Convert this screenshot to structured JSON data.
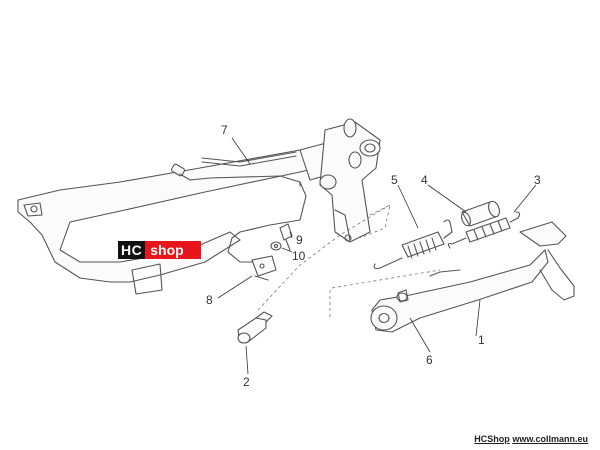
{
  "callouts": {
    "c1": "1",
    "c2": "2",
    "c3": "3",
    "c4": "4",
    "c5": "5",
    "c6": "6",
    "c7": "7",
    "c8": "8",
    "c9": "9",
    "c10": "10"
  },
  "watermark": {
    "left": "HC",
    "right": "shop"
  },
  "footer": {
    "brand": "HCShop",
    "site": "www.collmann.eu"
  },
  "colors": {
    "brand_black": "#111111",
    "brand_red": "#e8151b",
    "line": "#555555"
  }
}
